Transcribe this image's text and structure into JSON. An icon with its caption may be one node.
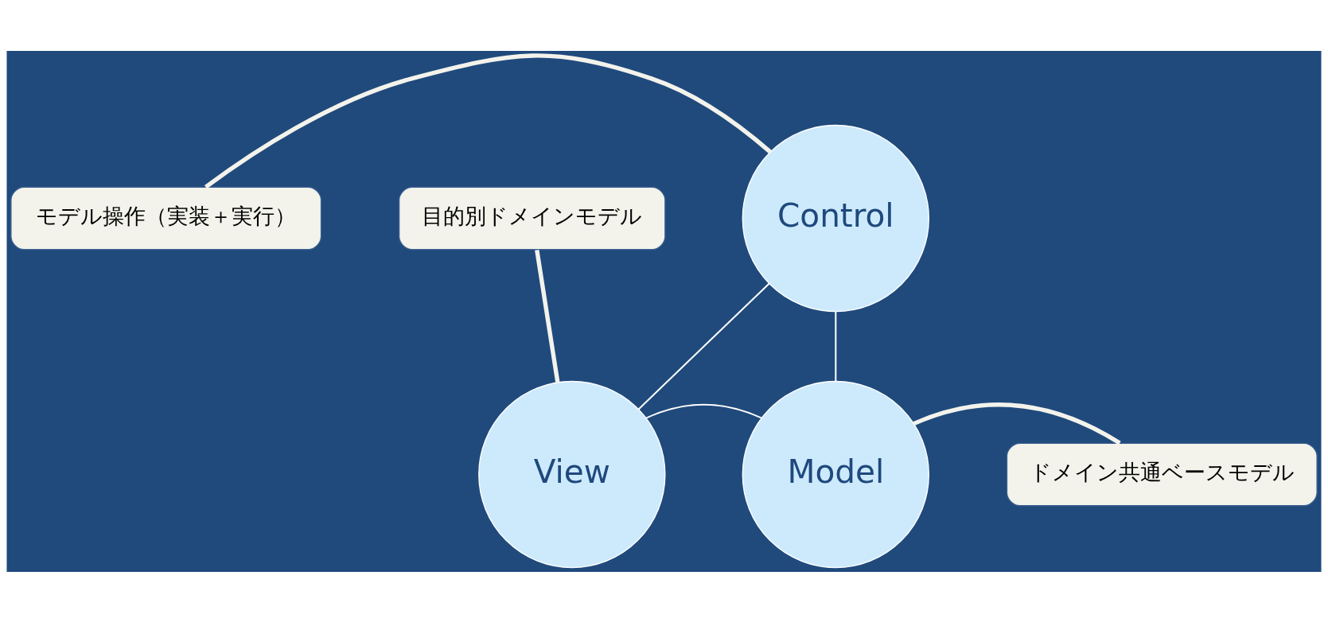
{
  "diagram": {
    "nodes": [
      {
        "text": [
          "モデル操作（実装＋実行）"
        ]
      },
      {
        "text": [
          "Control"
        ]
      },
      {
        "text": [
          "目的別ドメインモデル"
        ]
      },
      {
        "text": [
          "ドメイン共通ベースモデル"
        ]
      },
      {
        "text": [
          "View"
        ]
      },
      {
        "text": [
          "Model"
        ]
      }
    ],
    "edges": [
      {
        "from": 1,
        "to": 4,
        "arrow": "none"
      },
      {
        "from": 1,
        "to": 5,
        "arrow": "none"
      },
      {
        "from": 4,
        "to": 5,
        "arrow": "none"
      },
      {
        "from": 0,
        "to": 1,
        "arrow": "none",
        "style": "thick",
        "color": "#f3f3ec"
      },
      {
        "from": 2,
        "to": 4,
        "arrow": "none",
        "style": "thick",
        "color": "#f3f3ec"
      },
      {
        "from": 3,
        "to": 5,
        "arrow": "none",
        "style": "thick",
        "color": "#f3f3ec"
      }
    ]
  }
}
